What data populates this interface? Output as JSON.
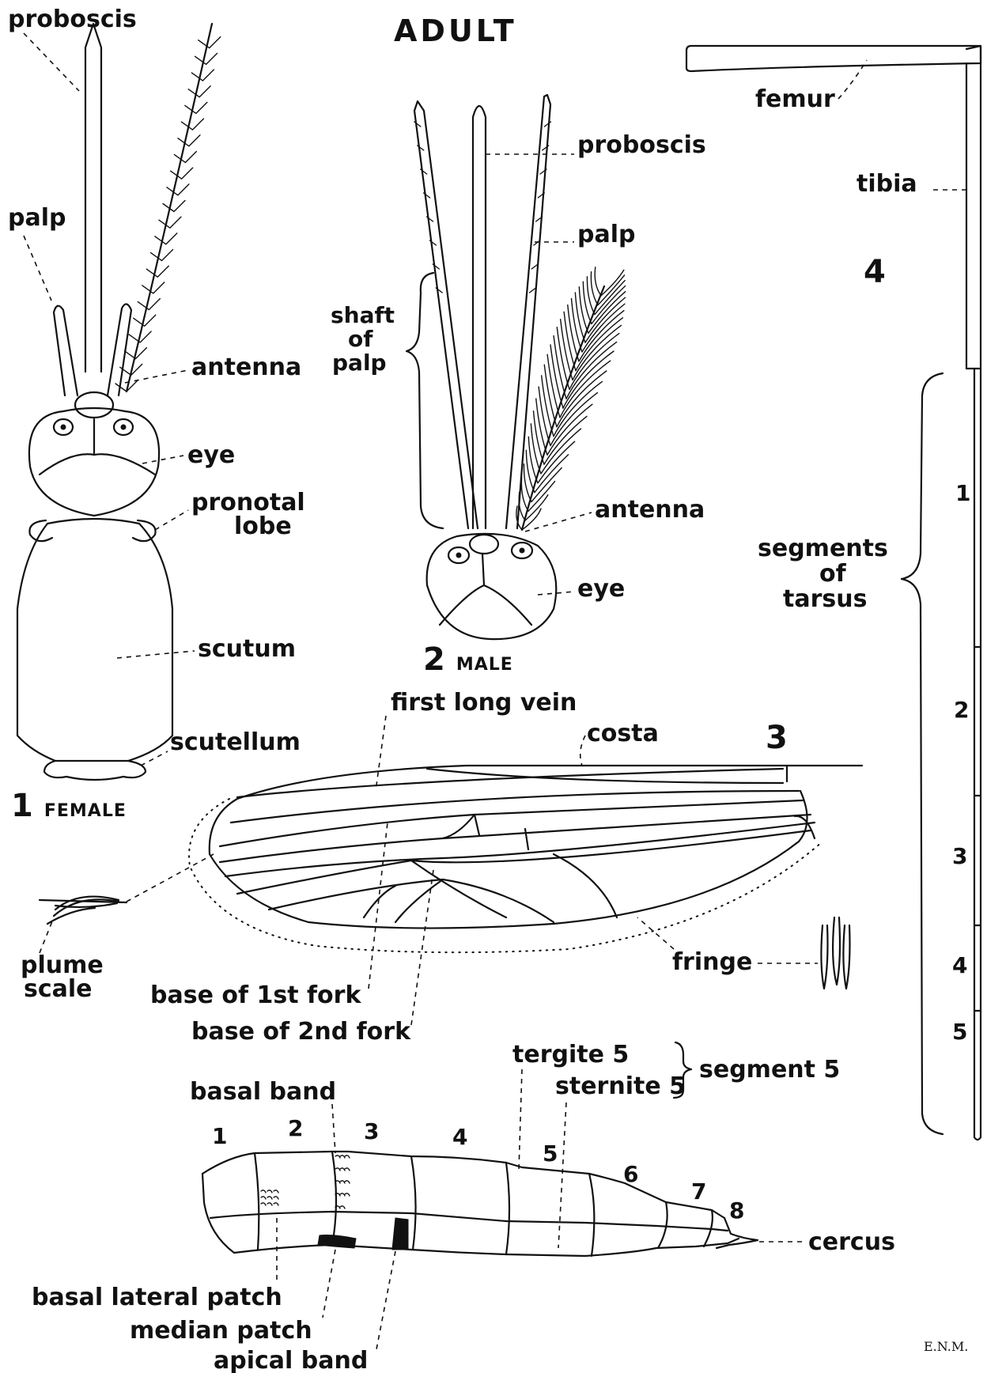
{
  "title": "ADULT",
  "signature": "E.N.M.",
  "fig1": {
    "caption_num": "1",
    "caption_text": "FEMALE",
    "labels": {
      "proboscis": "proboscis",
      "palp": "palp",
      "antenna": "antenna",
      "eye": "eye",
      "pronotal_1": "pronotal",
      "pronotal_2": "lobe",
      "scutum": "scutum",
      "scutellum": "scutellum"
    }
  },
  "fig2": {
    "caption_num": "2",
    "caption_text": "MALE",
    "labels": {
      "proboscis": "proboscis",
      "palp": "palp",
      "shaft_1": "shaft",
      "shaft_2": "of",
      "shaft_3": "palp",
      "antenna": "antenna",
      "eye": "eye"
    }
  },
  "fig3": {
    "caption_num": "3",
    "labels": {
      "first_long_vein": "first long vein",
      "costa": "costa",
      "plume_1": "plume",
      "plume_2": "scale",
      "base_1st_fork": "base of 1st fork",
      "base_2nd_fork": "base of 2nd fork",
      "fringe": "fringe"
    }
  },
  "fig4": {
    "caption_num": "4",
    "labels": {
      "femur": "femur",
      "tibia": "tibia",
      "segments_1": "segments",
      "segments_2": "of",
      "segments_3": "tarsus"
    },
    "tarsal_numbers": [
      "1",
      "2",
      "3",
      "4",
      "5"
    ]
  },
  "abdomen": {
    "segment_numbers": [
      "1",
      "2",
      "3",
      "4",
      "5",
      "6",
      "7",
      "8"
    ],
    "labels": {
      "tergite": "tergite 5",
      "sternite": "sternite 5",
      "segment5": "segment 5",
      "basal_band": "basal band",
      "cercus": "cercus",
      "basal_lateral_patch": "basal lateral patch",
      "median_patch": "median patch",
      "apical_band": "apical band"
    }
  }
}
